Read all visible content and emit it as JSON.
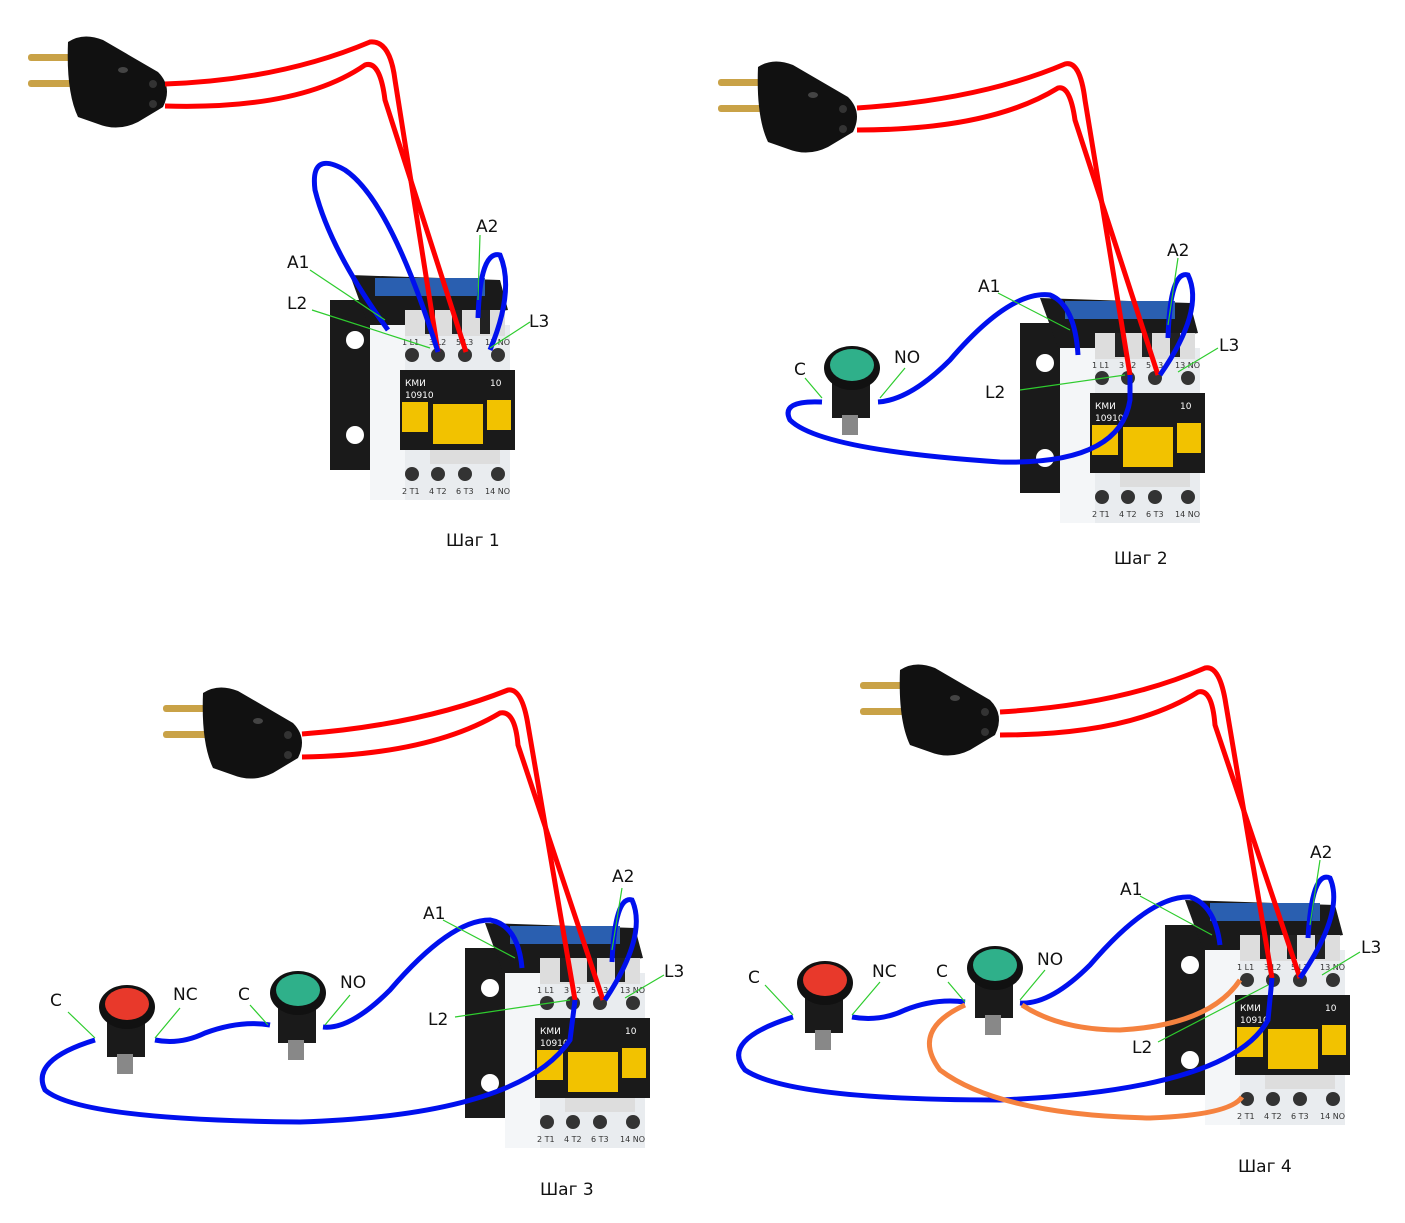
{
  "steps": [
    {
      "title": "Шаг 1",
      "labels": {
        "a1": "A1",
        "l2": "L2",
        "a2": "A2",
        "l3": "L3"
      }
    },
    {
      "title": "Шаг 2",
      "labels": {
        "a1": "A1",
        "l2": "L2",
        "a2": "A2",
        "l3": "L3",
        "c": "C",
        "no": "NO"
      }
    },
    {
      "title": "Шаг 3",
      "labels": {
        "a1": "A1",
        "l2": "L2",
        "a2": "A2",
        "l3": "L3",
        "c1": "C",
        "nc": "NC",
        "c2": "C",
        "no": "NO"
      }
    },
    {
      "title": "Шаг 4",
      "labels": {
        "a1": "A1",
        "l2": "L2",
        "a2": "A2",
        "l3": "L3",
        "c1": "C",
        "nc": "NC",
        "c2": "C",
        "no": "NO"
      }
    }
  ],
  "contactor": {
    "model": "КМИ",
    "code": "10910",
    "rating": "10",
    "top_terminals": [
      "1 L1",
      "3 L2",
      "5 L3",
      "13 NO"
    ],
    "bottom_terminals": [
      "2 T1",
      "4 T2",
      "6 T3",
      "14 NO"
    ]
  },
  "colors": {
    "phase_wire": "#ff0000",
    "control_wire": "#0010ee",
    "load_wire": "#f5823f",
    "start_button": "#2fb08a",
    "stop_button": "#e8392b",
    "pointer": "#2ecc2e"
  }
}
